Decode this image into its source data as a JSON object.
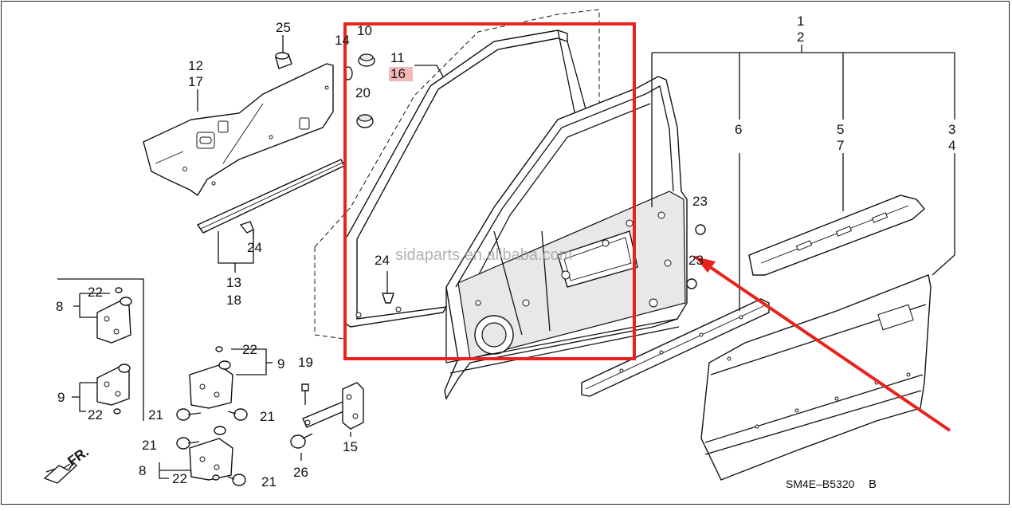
{
  "diagram": {
    "code": "SM4E–B5320",
    "code_suffix": "B",
    "watermark": "sidaparts.en.alibaba.com",
    "direction": "FR.",
    "highlight_color": "#e8231f",
    "labels": {
      "n1": "1",
      "n2": "2",
      "n3": "3",
      "n4": "4",
      "n5": "5",
      "n7": "7",
      "n6": "6",
      "n8a": "8",
      "n8b": "8",
      "n9a": "9",
      "n9b": "9",
      "n10": "10",
      "n11": "11",
      "n14": "14",
      "n16": "16",
      "n12": "12",
      "n17": "17",
      "n13": "13",
      "n18": "18",
      "n15": "15",
      "n19": "19",
      "n20": "20",
      "n21a": "21",
      "n21b": "21",
      "n21c": "21",
      "n21d": "21",
      "n22a": "22",
      "n22b": "22",
      "n22c": "22",
      "n22d": "22",
      "n23a": "23",
      "n23b": "23",
      "n24a": "24",
      "n24b": "24",
      "n25": "25",
      "n26": "26"
    }
  }
}
